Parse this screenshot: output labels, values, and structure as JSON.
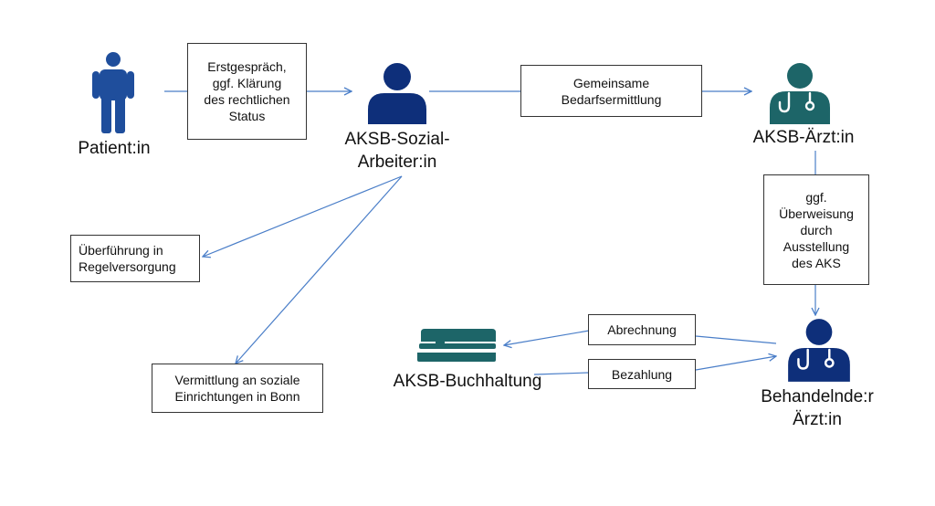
{
  "colors": {
    "patient": "#1f4e9c",
    "social_worker": "#0e2f7a",
    "doctor": "#1d6568",
    "treating_doctor": "#0e2f7a",
    "accounting": "#1d6568",
    "arrow": "#4a7ec8",
    "box_border": "#333333"
  },
  "nodes": {
    "patient": {
      "label": "Patient:in",
      "icon": "person-standing-icon"
    },
    "social_worker": {
      "label": "AKSB-Sozial-\nArbeiter:in",
      "icon": "person-bust-icon"
    },
    "doctor": {
      "label": "AKSB-Ärzt:in",
      "icon": "doctor-stethoscope-icon"
    },
    "treating_doctor": {
      "label": "Behandelnde:r\nÄrzt:in",
      "icon": "doctor-stethoscope-icon"
    },
    "accounting": {
      "label": "AKSB-Buchhaltung",
      "icon": "stapler-icon"
    }
  },
  "boxes": {
    "erstgespraech": "Erstgespräch,\nggf. Klärung\ndes rechtlichen\nStatus",
    "bedarf": "Gemeinsame\nBedarfsermittlung",
    "ueberweisung": "ggf.\nÜberweisung\ndurch\nAusstellung\ndes AKS",
    "regelversorgung": "Überführung in\nRegelversorgung",
    "vermittlung": "Vermittlung an soziale\nEinrichtungen in Bonn",
    "abrechnung": "Abrechnung",
    "bezahlung": "Bezahlung"
  }
}
